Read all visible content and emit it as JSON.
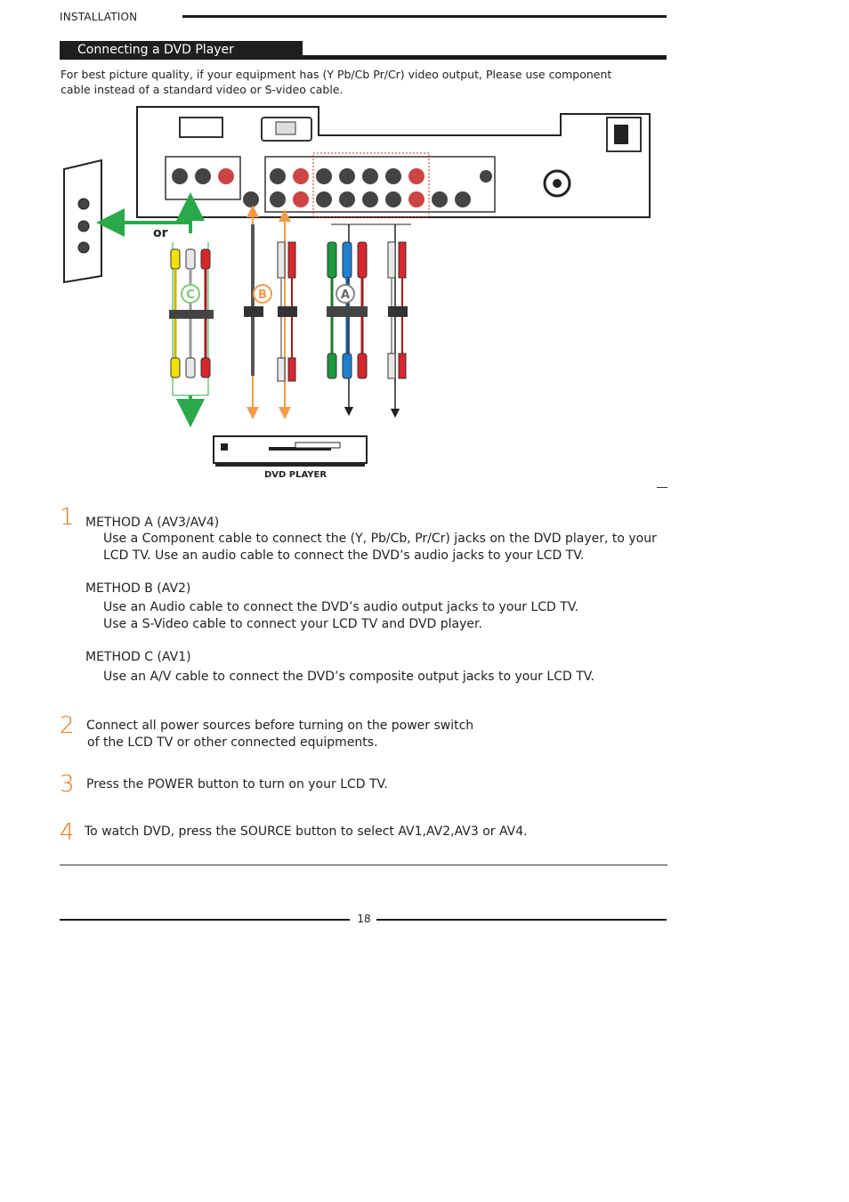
{
  "header": {
    "section_label": "INSTALLATION",
    "title": "Connecting a DVD Player"
  },
  "intro": {
    "line1": "For best picture quality, if your equipment has (Y Pb/Cb Pr/Cr) video output, Please use component",
    "line2": "cable instead of a standard video or S-video cable."
  },
  "diagram": {
    "or_label": "or",
    "method_markers": [
      "C",
      "B",
      "A"
    ],
    "dvd_label": "DVD PLAYER",
    "colors": {
      "green_arrow": "#2aa84a",
      "orange_arrow": "#f29a4a",
      "orange_marker": "#f29a4a",
      "green_marker": "#7cc97a",
      "yellow_plug": "#f2e200",
      "red_plug": "#d9262b",
      "white_plug": "#e8e8e8",
      "green_plug": "#1f9a3e",
      "blue_plug": "#1e7fd1"
    }
  },
  "steps": [
    {
      "number": "1",
      "methods": [
        {
          "title": "METHOD A (AV3/AV4)",
          "lines": [
            "Use a Component cable to connect the (Y, Pb/Cb, Pr/Cr) jacks on the DVD player, to your",
            "LCD TV. Use an audio cable to connect the DVD’s audio jacks to your LCD TV."
          ]
        },
        {
          "title": "METHOD B (AV2)",
          "lines": [
            "Use an Audio cable to connect the DVD’s audio output jacks to your LCD TV.",
            "Use a S-Video cable to connect your LCD TV and DVD player."
          ]
        },
        {
          "title": "METHOD C (AV1)",
          "lines": [
            "Use an A/V cable to connect the DVD’s composite output jacks to your LCD TV."
          ]
        }
      ]
    },
    {
      "number": "2",
      "lines": [
        "Connect all power sources before turning on the power switch",
        "of the LCD TV or other connected equipments."
      ]
    },
    {
      "number": "3",
      "lines": [
        "Press the POWER button to turn on your LCD TV."
      ]
    },
    {
      "number": "4",
      "lines": [
        "To watch DVD, press the SOURCE button to select AV1,AV2,AV3 or AV4."
      ]
    }
  ],
  "footer": {
    "page_number": "18"
  },
  "accent_color": "#e8761e"
}
